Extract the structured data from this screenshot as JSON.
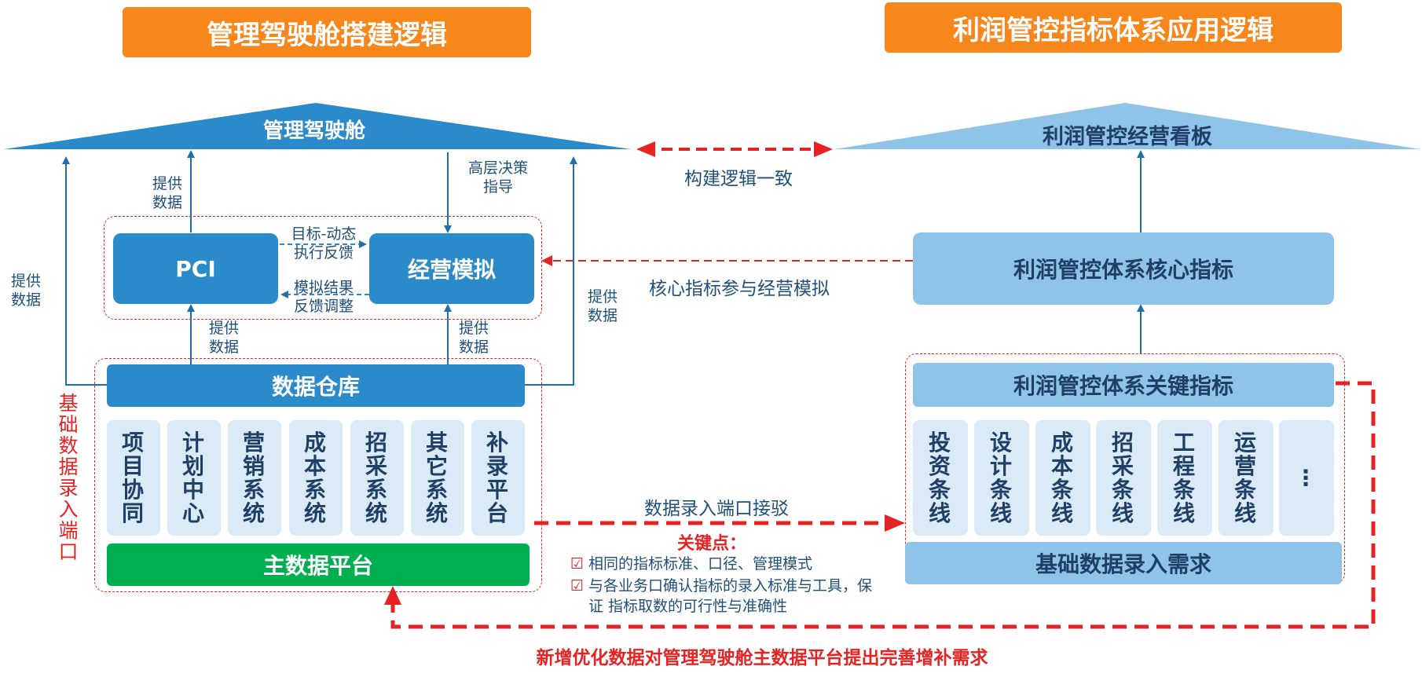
{
  "headers": {
    "left": "管理驾驶舱搭建逻辑",
    "right": "利润管控指标体系应用逻辑"
  },
  "left": {
    "roof_title": "管理驾驶舱",
    "pci": "PCI",
    "sim": "经营模拟",
    "warehouse": "数据仓库",
    "master": "主数据平台",
    "tiles": [
      "项目协同",
      "计划中心",
      "营销系统",
      "成本系统",
      "招采系统",
      "其它系统",
      "补录平台"
    ],
    "side_label": "基础数据录入端口",
    "labels": {
      "provide_data_far_left": [
        "提供",
        "数据"
      ],
      "provide_data_pci_up": [
        "提供",
        "数据"
      ],
      "decision": [
        "高层决策",
        "指导"
      ],
      "target_feedback": [
        "目标-动态",
        "执行反馈"
      ],
      "sim_feedback": [
        "模拟结果",
        "反馈调整"
      ],
      "provide_data_wh_pci": [
        "提供",
        "数据"
      ],
      "provide_data_wh_sim": [
        "提供",
        "数据"
      ],
      "provide_data_right": [
        "提供",
        "数据"
      ]
    }
  },
  "right": {
    "roof_title": "利润管控经营看板",
    "core": "利润管控体系核心指标",
    "key": "利润管控体系关键指标",
    "base": "基础数据录入需求",
    "tiles": [
      "投资条线",
      "设计条线",
      "成本条线",
      "招采条线",
      "工程条线",
      "运营条线",
      "⋮"
    ]
  },
  "middle": {
    "consistent": "构建逻辑一致",
    "core_participate": "核心指标参与经营模拟",
    "port_connect": "数据录入端口接驳",
    "key_points_title": "关键点：",
    "key_points": [
      "相同的指标标准、口径、管理模式",
      "与各业务口确认指标的录入标准与工具，保",
      "证 指标取数的可行性与准确性"
    ],
    "bottom_req": "新增优化数据对管理驾驶舱主数据平台提出完善增补需求"
  },
  "colors": {
    "orange": "#f7861b",
    "blue": "#2b8bca",
    "light_blue": "#8fc4e8",
    "green": "#00b050",
    "red": "#e52323",
    "tile": "#daeaf6"
  }
}
